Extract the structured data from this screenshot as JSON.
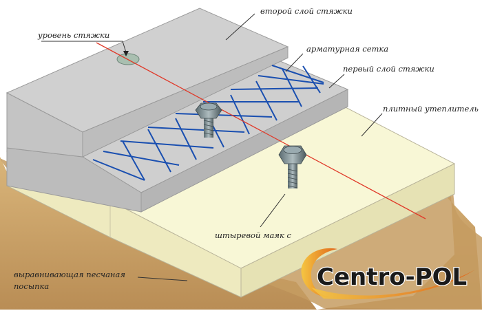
{
  "diagram": {
    "labels": {
      "screed_level": "уровень стяжки",
      "second_layer": "второй слой стяжки",
      "mesh": "арматурная сетка",
      "first_layer": "первый слой стяжки",
      "insulation": "плитный утеплитель",
      "pin_beacon": "штыревой маяк с",
      "sand_line1": "выравнивающая песчаная",
      "sand_line2": "посыпка"
    },
    "logo": {
      "text": "Centro-POL"
    }
  },
  "colors": {
    "sand": "#c9a36a",
    "insulation": "#f7f5d2",
    "concrete_top": "#c8c8c8",
    "concrete_side": "#b0b0b0",
    "mesh": "#1a4fb0",
    "level_line": "#e03a2a"
  }
}
